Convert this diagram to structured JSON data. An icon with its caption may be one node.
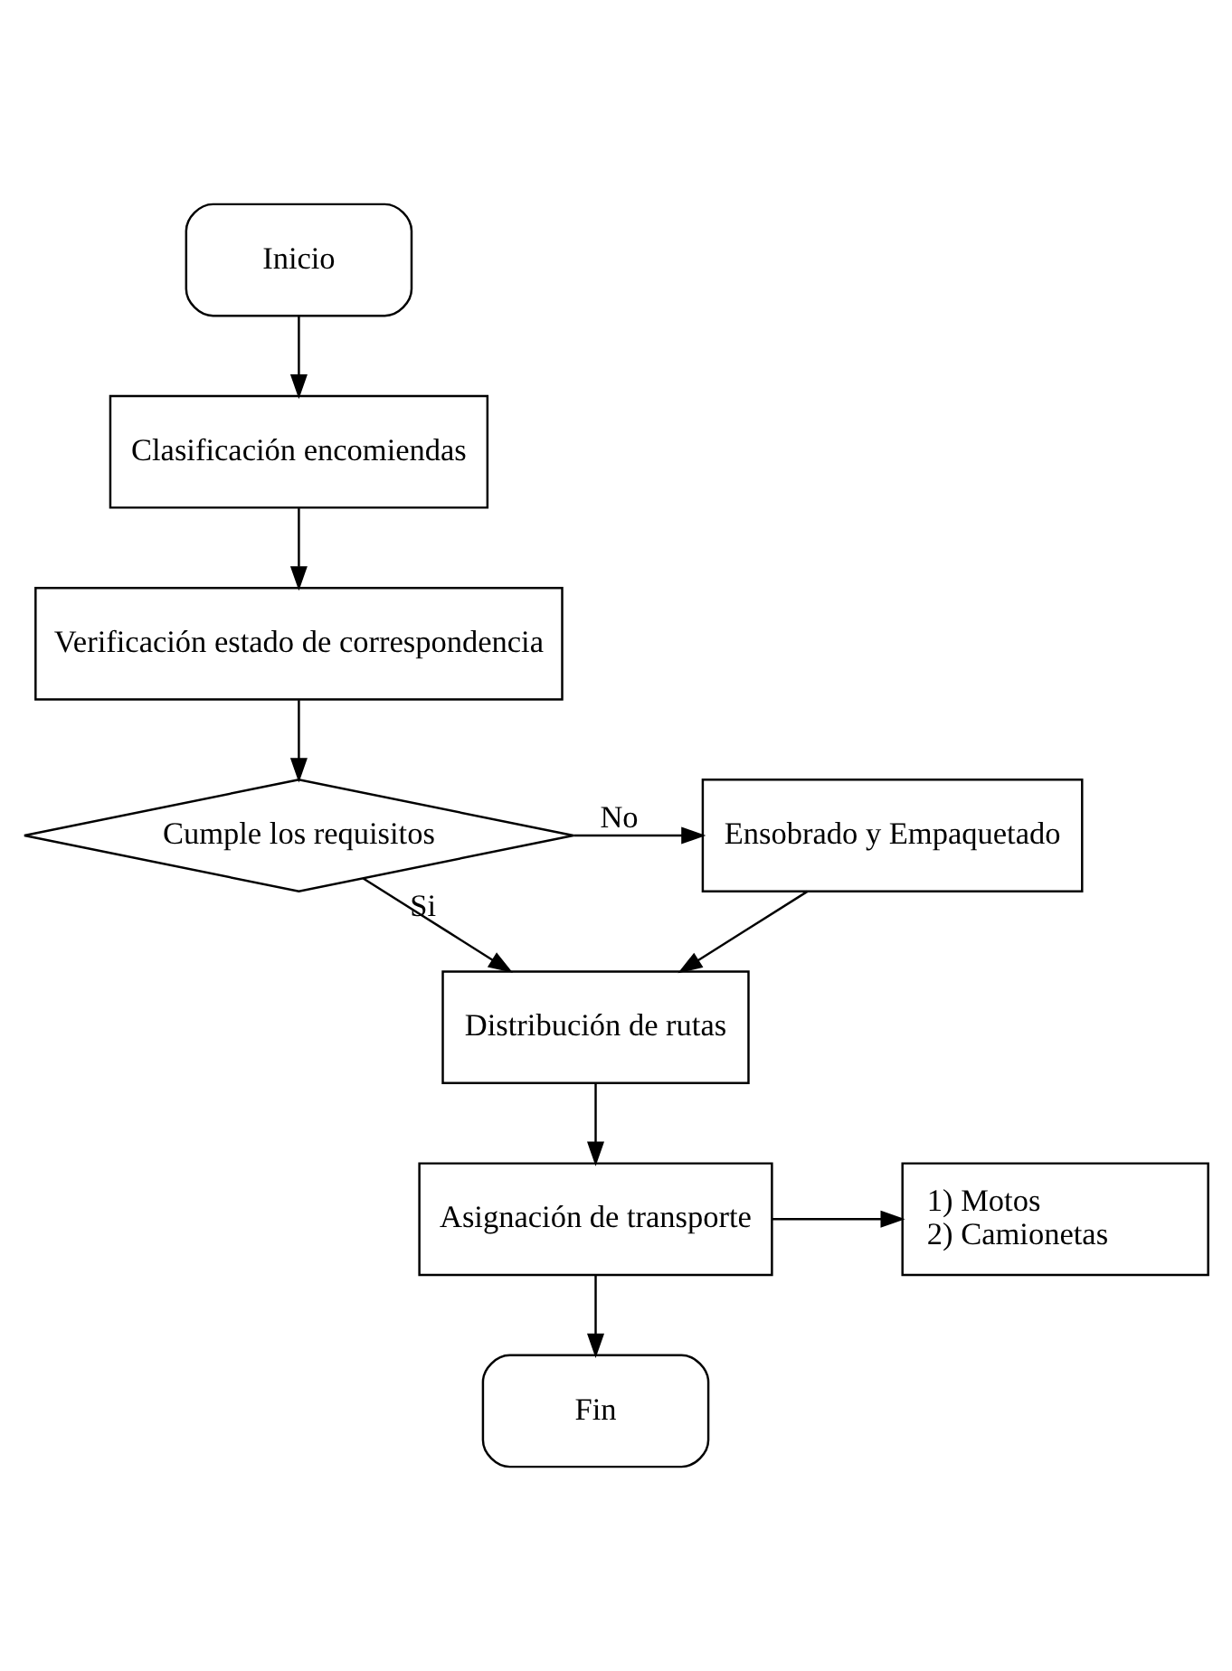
{
  "diagram": {
    "nodes": [
      {
        "text": [
          "Inicio"
        ]
      },
      {
        "text": [
          "Clasificación encomiendas"
        ]
      },
      {
        "text": [
          "Verificación estado de correspondencia"
        ]
      },
      {
        "text": [
          "Cumple los requisitos"
        ]
      },
      {
        "text": [
          "Ensobrado y Empaquetado"
        ]
      },
      {
        "text": [
          "Distribución de rutas"
        ]
      },
      {
        "text": [
          "Asignación de transporte"
        ]
      },
      {
        "text": [
          "1) Motos",
          "2) Camionetas"
        ]
      },
      {
        "text": [
          "Fin"
        ]
      }
    ],
    "edges": [
      {
        "from": 0,
        "to": 1,
        "arrow": "to"
      },
      {
        "from": 1,
        "to": 2,
        "arrow": "to"
      },
      {
        "from": 2,
        "to": 3,
        "arrow": "to"
      },
      {
        "from": 3,
        "to": 4,
        "arrow": "to",
        "label": "No"
      },
      {
        "from": 3,
        "to": 5,
        "arrow": "to",
        "label": "Si"
      },
      {
        "from": 4,
        "to": 5,
        "arrow": "to"
      },
      {
        "from": 5,
        "to": 6,
        "arrow": "to"
      },
      {
        "from": 6,
        "to": 7,
        "arrow": "to"
      },
      {
        "from": 6,
        "to": 8,
        "arrow": "to"
      }
    ]
  }
}
